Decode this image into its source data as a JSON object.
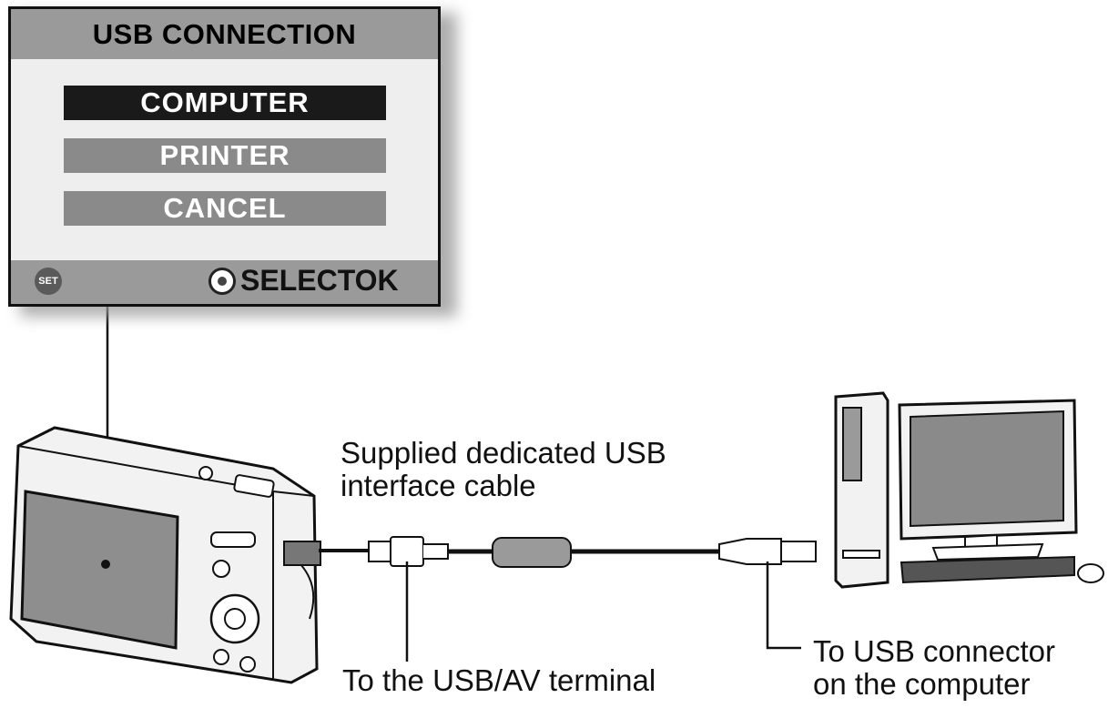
{
  "menu": {
    "title": "USB CONNECTION",
    "items": [
      {
        "label": "COMPUTER",
        "selected": true
      },
      {
        "label": "PRINTER",
        "selected": false
      },
      {
        "label": "CANCEL",
        "selected": false
      }
    ],
    "footer": {
      "set_label": "SET",
      "select_ok_label": "SELECTOK"
    }
  },
  "labels": {
    "cable_line1": "Supplied dedicated USB",
    "cable_line2": "interface cable",
    "usb_av_terminal": "To the USB/AV terminal",
    "usb_connector_line1": "To USB connector",
    "usb_connector_line2": "on the computer"
  }
}
